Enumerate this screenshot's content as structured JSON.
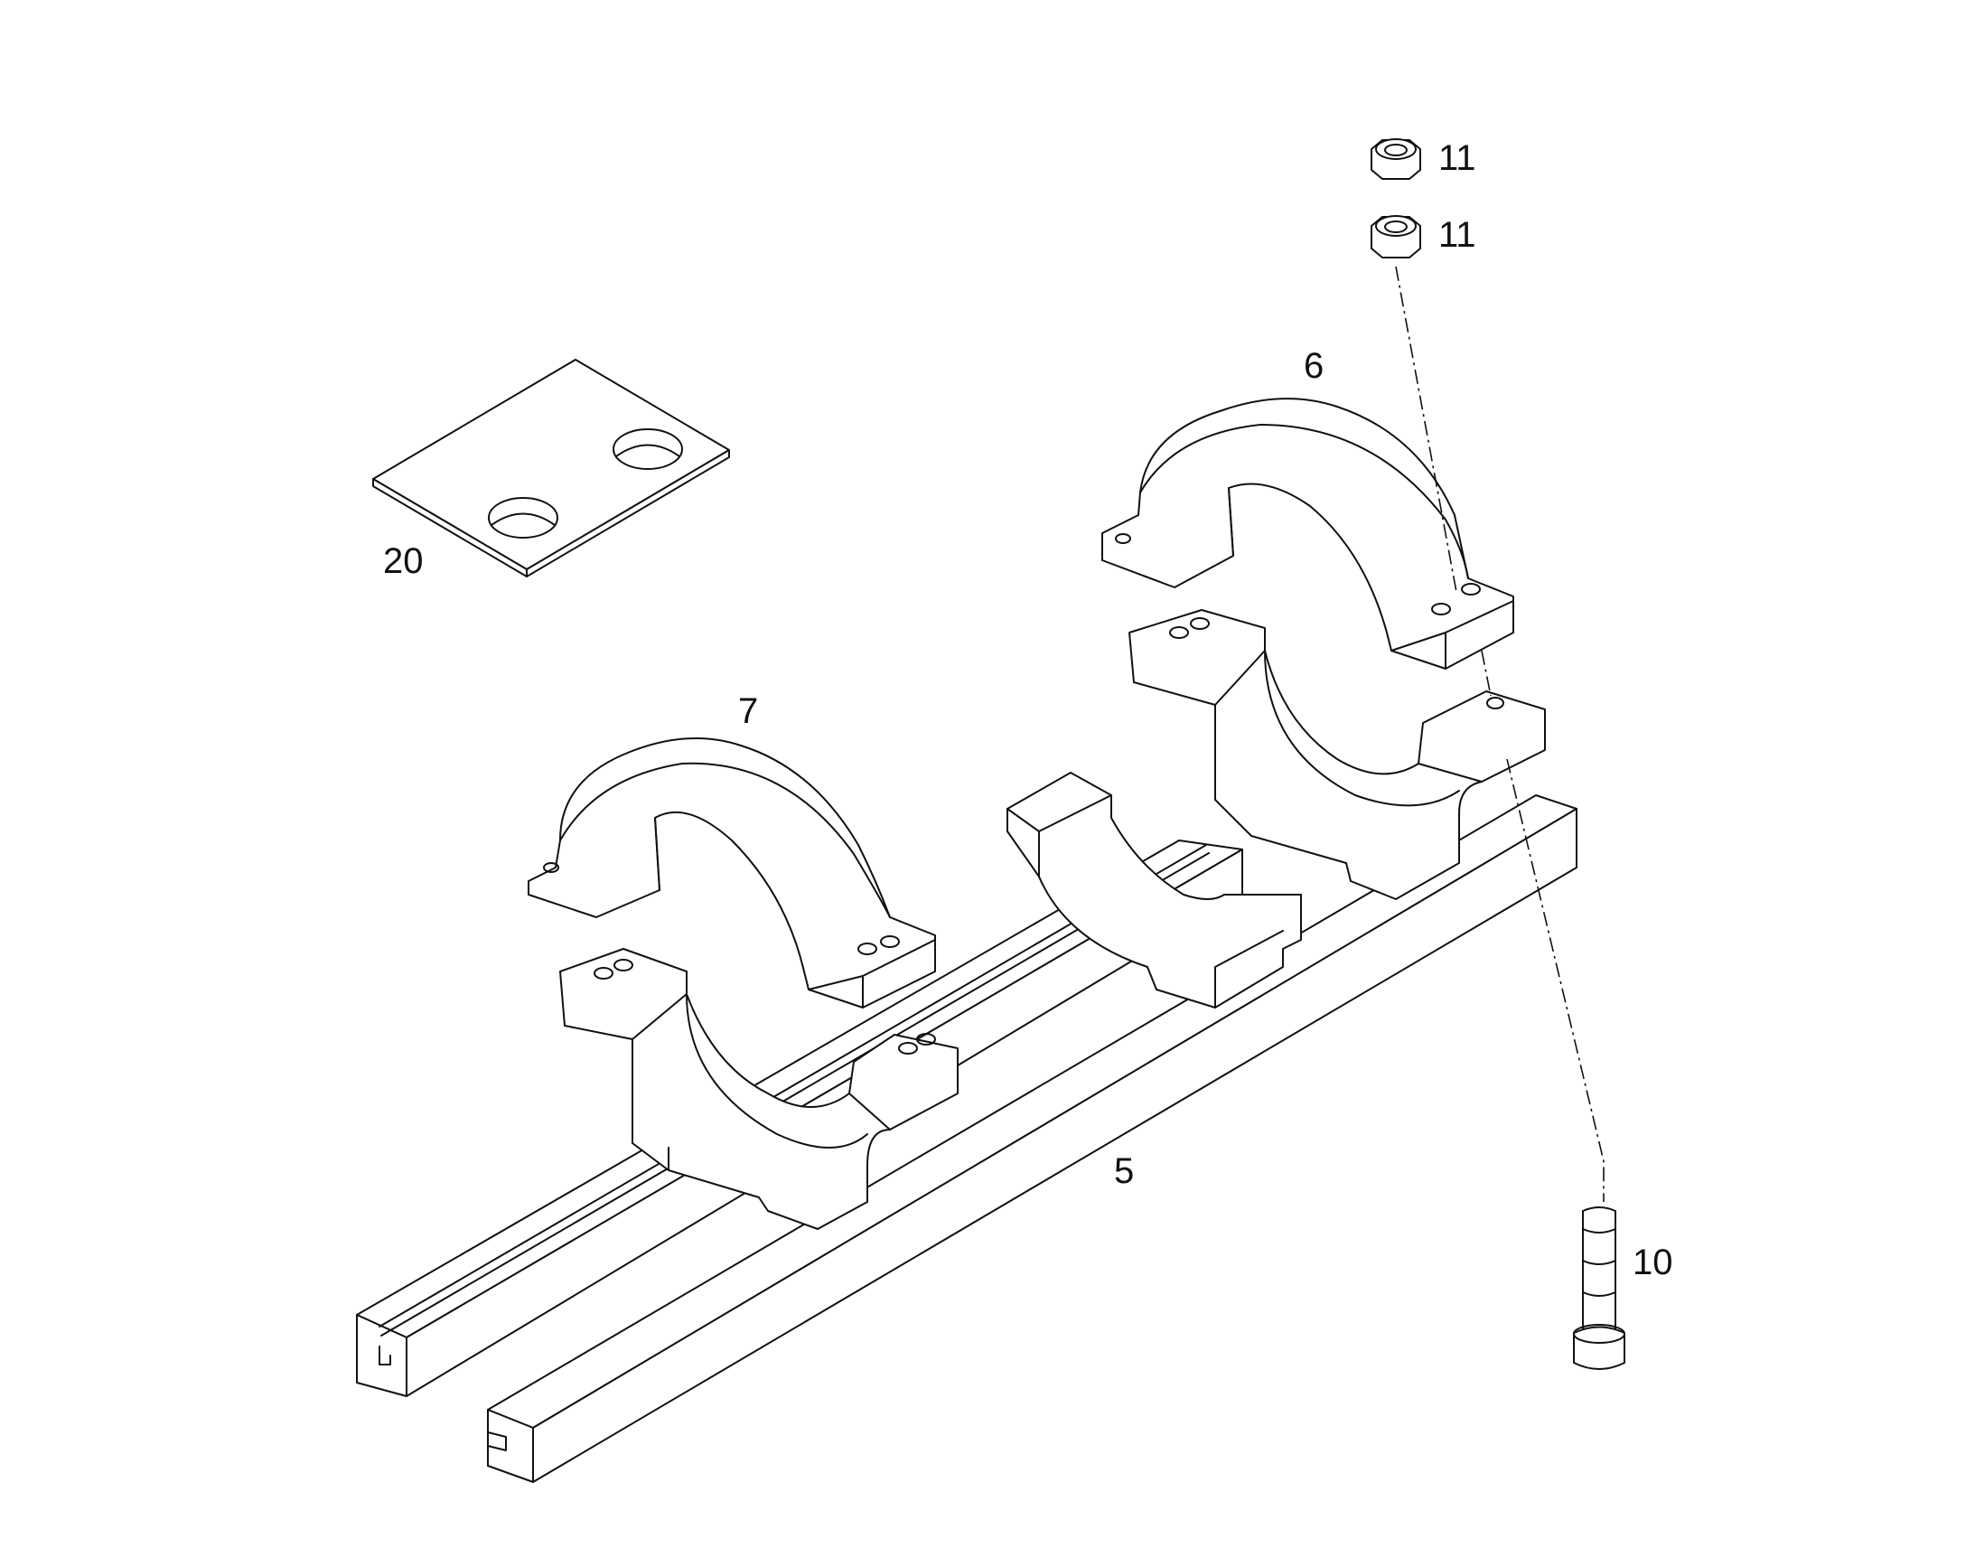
{
  "diagram": {
    "callouts": {
      "nut_top": "11",
      "nut_bottom": "11",
      "upper_clamp_right": "6",
      "spacer_plate": "20",
      "upper_clamp_left": "7",
      "rail": "5",
      "bolt": "10"
    }
  }
}
